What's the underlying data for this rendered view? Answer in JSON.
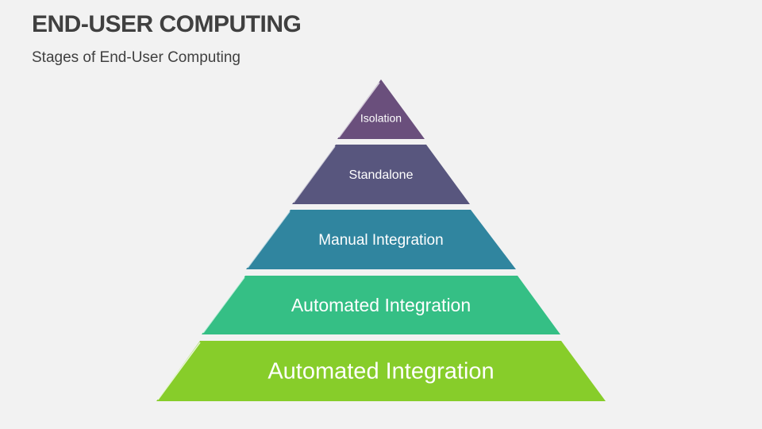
{
  "header": {
    "title": "END-USER COMPUTING",
    "subtitle": "Stages of End-User Computing"
  },
  "pyramid": {
    "tiers": [
      {
        "label": "Isolation",
        "color": "#6a4f7c"
      },
      {
        "label": "Standalone",
        "color": "#58567e"
      },
      {
        "label": "Manual Integration",
        "color": "#30859f"
      },
      {
        "label": "Automated Integration",
        "color": "#35bf85"
      },
      {
        "label": "Automated Integration",
        "color": "#87cd2a"
      }
    ]
  }
}
